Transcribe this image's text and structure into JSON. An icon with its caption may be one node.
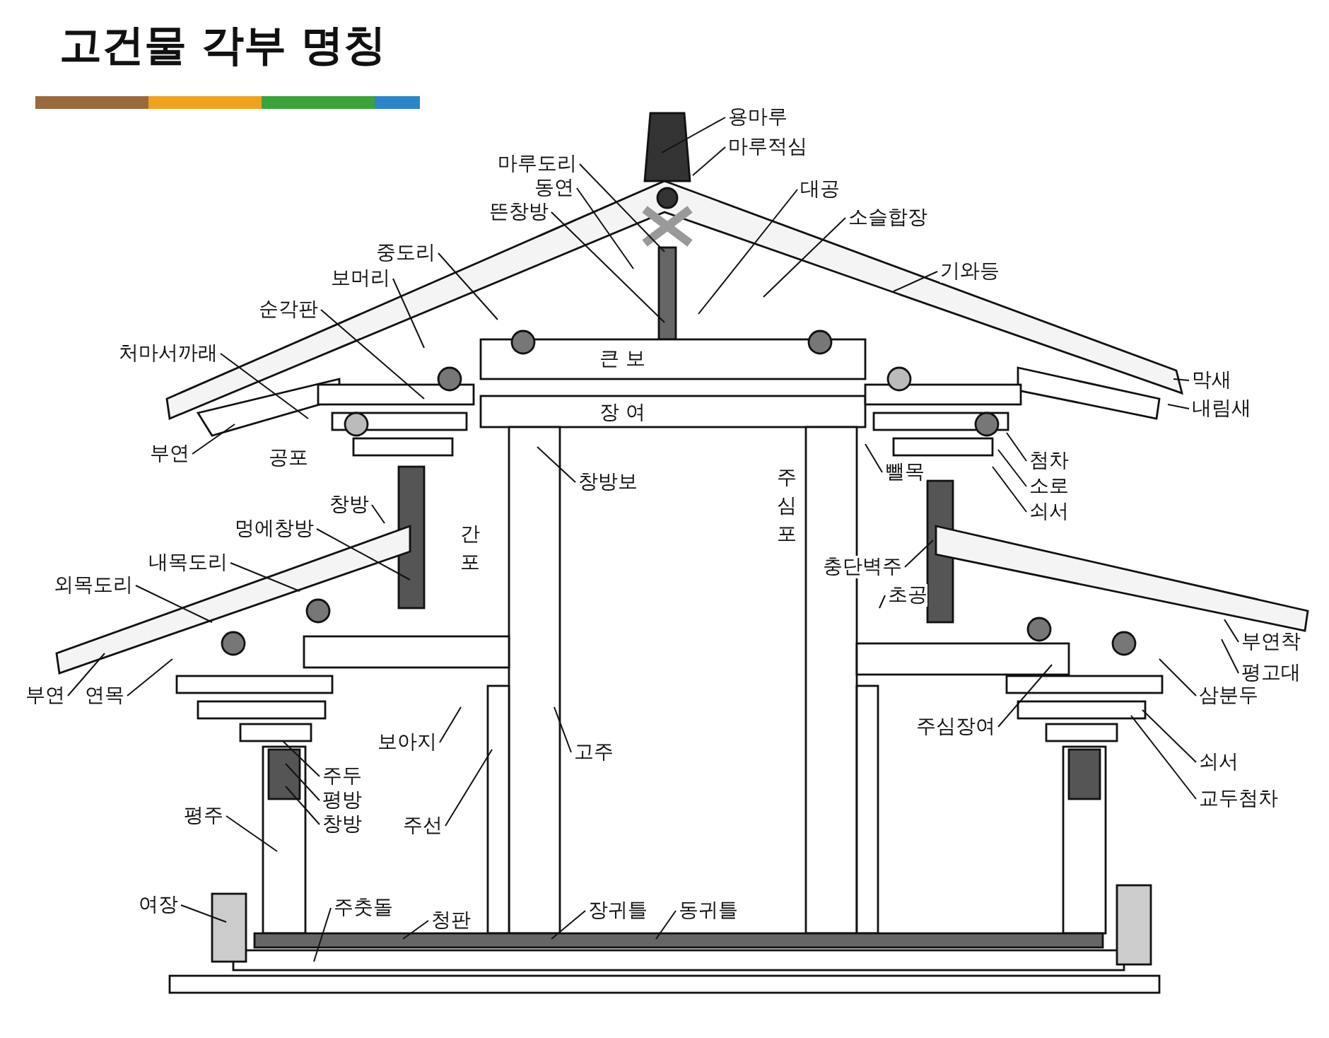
{
  "diagram": {
    "title": "고건물 각부 명칭",
    "nodes": [
      {
        "text": [
          "용마루"
        ]
      },
      {
        "text": [
          "마루적심"
        ]
      },
      {
        "text": [
          "마루도리"
        ]
      },
      {
        "text": [
          "동연"
        ]
      },
      {
        "text": [
          "뜬창방"
        ]
      },
      {
        "text": [
          "대공"
        ]
      },
      {
        "text": [
          "소슬합장"
        ]
      },
      {
        "text": [
          "기와등"
        ]
      },
      {
        "text": [
          "중도리"
        ]
      },
      {
        "text": [
          "보머리"
        ]
      },
      {
        "text": [
          "순각판"
        ]
      },
      {
        "text": [
          "처마서까래"
        ]
      },
      {
        "text": [
          "부연"
        ]
      },
      {
        "text": [
          "막새"
        ]
      },
      {
        "text": [
          "내림새"
        ]
      },
      {
        "text": [
          "첨차"
        ]
      },
      {
        "text": [
          "소로"
        ]
      },
      {
        "text": [
          "쇠서"
        ]
      },
      {
        "text": [
          "창방보"
        ]
      },
      {
        "text": [
          "뺄목"
        ]
      },
      {
        "text": [
          "창방"
        ]
      },
      {
        "text": [
          "멍에창방"
        ]
      },
      {
        "text": [
          "충단벽주"
        ]
      },
      {
        "text": [
          "초공"
        ]
      },
      {
        "text": [
          "내목도리"
        ]
      },
      {
        "text": [
          "외목도리"
        ]
      },
      {
        "text": [
          "부연"
        ]
      },
      {
        "text": [
          "연목"
        ]
      },
      {
        "text": [
          "부연착"
        ]
      },
      {
        "text": [
          "평고대"
        ]
      },
      {
        "text": [
          "삼분두"
        ]
      },
      {
        "text": [
          "보아지"
        ]
      },
      {
        "text": [
          "고주"
        ]
      },
      {
        "text": [
          "주심장여"
        ]
      },
      {
        "text": [
          "주두"
        ]
      },
      {
        "text": [
          "평방"
        ]
      },
      {
        "text": [
          "창방"
        ]
      },
      {
        "text": [
          "쇠서"
        ]
      },
      {
        "text": [
          "교두첨차"
        ]
      },
      {
        "text": [
          "평주"
        ]
      },
      {
        "text": [
          "주선"
        ]
      },
      {
        "text": [
          "여장"
        ]
      },
      {
        "text": [
          "주춧돌"
        ]
      },
      {
        "text": [
          "청판"
        ]
      },
      {
        "text": [
          "장귀틀"
        ]
      },
      {
        "text": [
          "동귀틀"
        ]
      }
    ],
    "edges": [
      {
        "from": 0,
        "to": null,
        "arrow": "none"
      },
      {
        "from": 1,
        "to": null,
        "arrow": "none"
      },
      {
        "from": 2,
        "to": null,
        "arrow": "none"
      },
      {
        "from": 3,
        "to": null,
        "arrow": "none"
      },
      {
        "from": 4,
        "to": null,
        "arrow": "none"
      },
      {
        "from": 5,
        "to": null,
        "arrow": "none"
      },
      {
        "from": 6,
        "to": null,
        "arrow": "none"
      },
      {
        "from": 7,
        "to": null,
        "arrow": "none"
      },
      {
        "from": 8,
        "to": null,
        "arrow": "none"
      },
      {
        "from": 9,
        "to": null,
        "arrow": "none"
      },
      {
        "from": 10,
        "to": null,
        "arrow": "none"
      },
      {
        "from": 11,
        "to": null,
        "arrow": "none"
      },
      {
        "from": 12,
        "to": null,
        "arrow": "none"
      },
      {
        "from": 13,
        "to": null,
        "arrow": "none"
      },
      {
        "from": 14,
        "to": null,
        "arrow": "none"
      },
      {
        "from": 15,
        "to": null,
        "arrow": "none"
      },
      {
        "from": 16,
        "to": null,
        "arrow": "none"
      },
      {
        "from": 17,
        "to": null,
        "arrow": "none"
      },
      {
        "from": 18,
        "to": null,
        "arrow": "none"
      },
      {
        "from": 19,
        "to": null,
        "arrow": "none"
      },
      {
        "from": 20,
        "to": null,
        "arrow": "none"
      },
      {
        "from": 21,
        "to": null,
        "arrow": "none"
      },
      {
        "from": 22,
        "to": null,
        "arrow": "none"
      },
      {
        "from": 23,
        "to": null,
        "arrow": "none"
      },
      {
        "from": 24,
        "to": null,
        "arrow": "none"
      },
      {
        "from": 25,
        "to": null,
        "arrow": "none"
      },
      {
        "from": 26,
        "to": null,
        "arrow": "none"
      },
      {
        "from": 27,
        "to": null,
        "arrow": "none"
      },
      {
        "from": 28,
        "to": null,
        "arrow": "none"
      },
      {
        "from": 29,
        "to": null,
        "arrow": "none"
      },
      {
        "from": 30,
        "to": null,
        "arrow": "none"
      },
      {
        "from": 31,
        "to": null,
        "arrow": "none"
      },
      {
        "from": 32,
        "to": null,
        "arrow": "none"
      },
      {
        "from": 33,
        "to": null,
        "arrow": "none"
      },
      {
        "from": 34,
        "to": null,
        "arrow": "none"
      },
      {
        "from": 35,
        "to": null,
        "arrow": "none"
      },
      {
        "from": 36,
        "to": null,
        "arrow": "none"
      },
      {
        "from": 37,
        "to": null,
        "arrow": "none"
      },
      {
        "from": 38,
        "to": null,
        "arrow": "none"
      },
      {
        "from": 39,
        "to": null,
        "arrow": "none"
      },
      {
        "from": 40,
        "to": null,
        "arrow": "none"
      },
      {
        "from": 41,
        "to": null,
        "arrow": "none"
      },
      {
        "from": 42,
        "to": null,
        "arrow": "none"
      },
      {
        "from": 43,
        "to": null,
        "arrow": "none"
      },
      {
        "from": 44,
        "to": null,
        "arrow": "none"
      },
      {
        "from": 45,
        "to": null,
        "arrow": "none"
      }
    ],
    "labels": [
      "큰 보",
      "장 여",
      "공포",
      "간포",
      "주심포"
    ]
  }
}
